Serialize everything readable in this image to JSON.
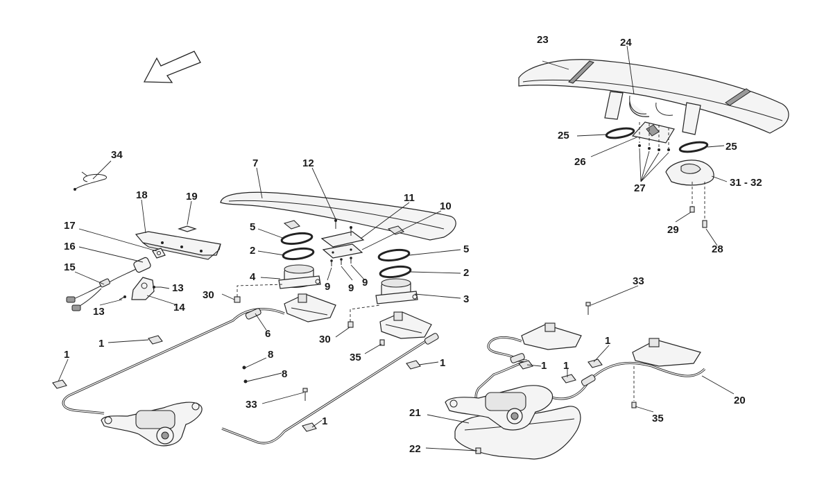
{
  "callouts": {
    "c1a": "1",
    "c1b": "1",
    "c1c": "1",
    "c1d": "1",
    "c1e": "1",
    "c1f": "1",
    "c1g": "1",
    "c2a": "2",
    "c2b": "2",
    "c3": "3",
    "c4": "4",
    "c5a": "5",
    "c5b": "5",
    "c6": "6",
    "c7": "7",
    "c8a": "8",
    "c8b": "8",
    "c9a": "9",
    "c9b": "9",
    "c9c": "9",
    "c10": "10",
    "c11": "11",
    "c12": "12",
    "c13a": "13",
    "c13b": "13",
    "c14": "14",
    "c15": "15",
    "c16": "16",
    "c17": "17",
    "c18": "18",
    "c19": "19",
    "c20": "20",
    "c21": "21",
    "c22": "22",
    "c23": "23",
    "c24": "24",
    "c25a": "25",
    "c25b": "25",
    "c26": "26",
    "c27": "27",
    "c28": "28",
    "c29": "29",
    "c30a": "30",
    "c30b": "30",
    "c3132": "31 - 32",
    "c33a": "33",
    "c33b": "33",
    "c34": "34",
    "c35a": "35",
    "c35b": "35"
  },
  "icons": {
    "direction_arrow": "direction-arrow-icon"
  }
}
